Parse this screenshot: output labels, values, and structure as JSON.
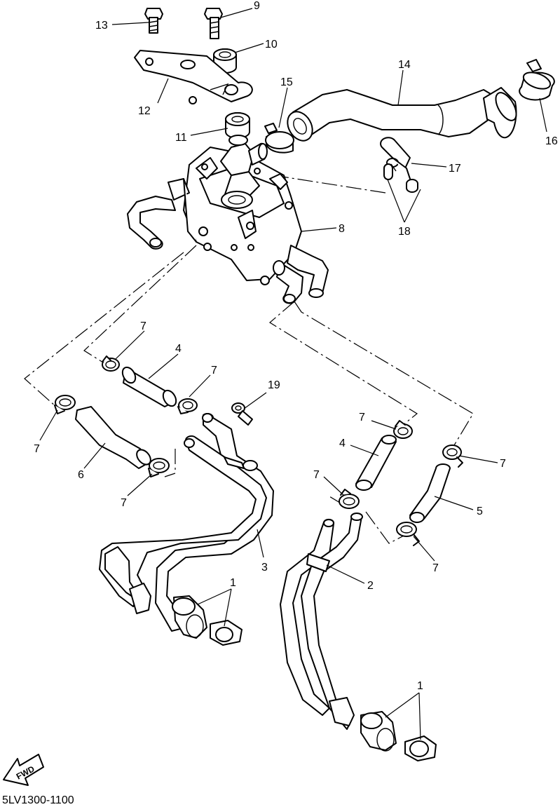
{
  "diagram": {
    "drawing_code": "5LV1300-1100",
    "direction_marker": "FWD",
    "callouts": {
      "c13": "13",
      "c9": "9",
      "c10": "10",
      "c12": "12",
      "c14": "14",
      "c15": "15",
      "c11": "11",
      "c16": "16",
      "c17": "17",
      "c18": "18",
      "c8": "8",
      "c7a": "7",
      "c4a": "4",
      "c7b": "7",
      "c7c": "7",
      "c6": "6",
      "c7d": "7",
      "c19": "19",
      "c3": "3",
      "c1a": "1",
      "c7e": "7",
      "c4b": "4",
      "c7f": "7",
      "c7g": "7",
      "c5": "5",
      "c7h": "7",
      "c2": "2",
      "c1b": "1"
    }
  }
}
